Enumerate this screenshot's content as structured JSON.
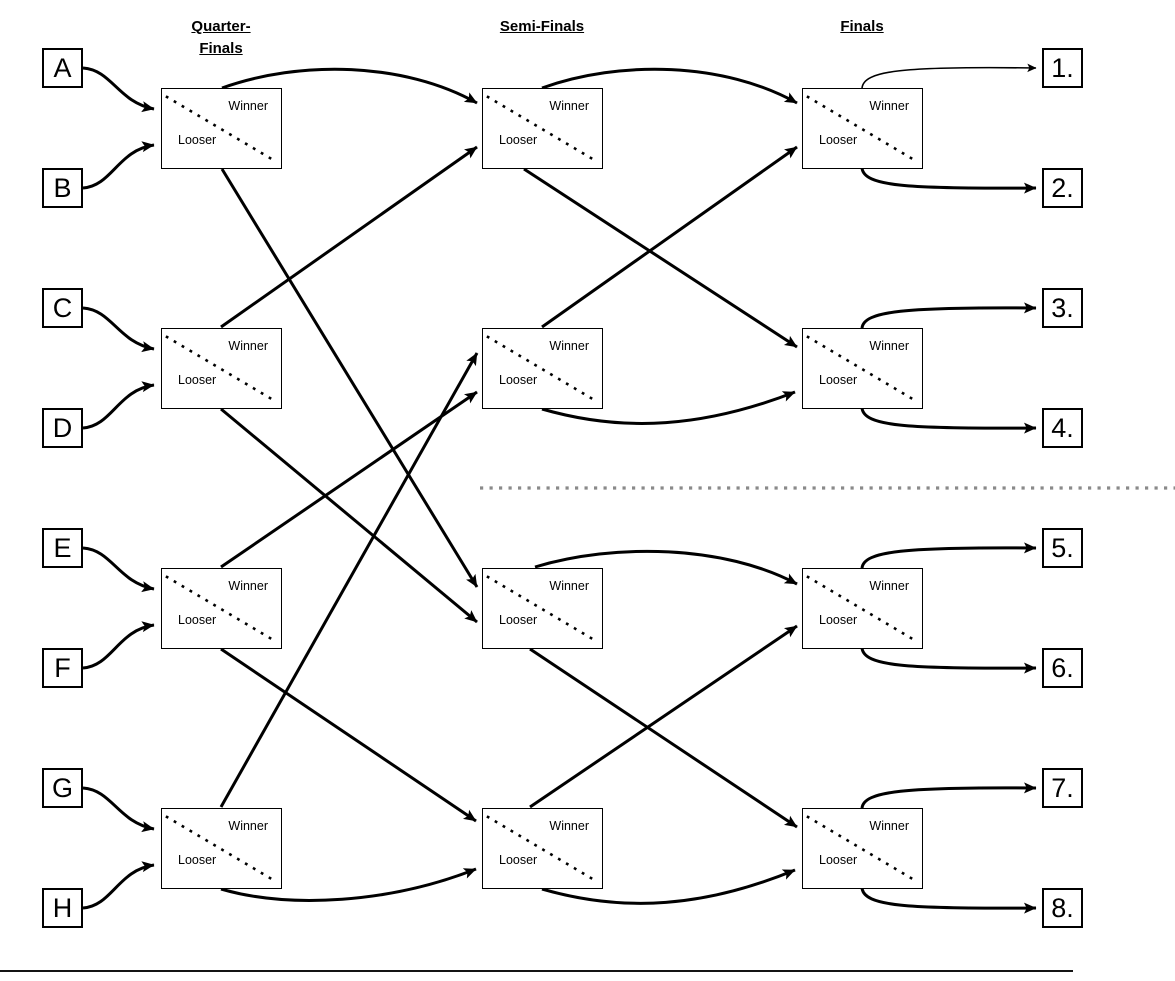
{
  "headers": {
    "quarter_finals": "Quarter-Finals",
    "semi_finals": "Semi-Finals",
    "finals": "Finals"
  },
  "entrants": [
    "A",
    "B",
    "C",
    "D",
    "E",
    "F",
    "G",
    "H"
  ],
  "placements": [
    "1.",
    "2.",
    "3.",
    "4.",
    "5.",
    "6.",
    "7.",
    "8."
  ],
  "match_box": {
    "winner_label": "Winner",
    "looser_label": "Looser"
  },
  "colors": {
    "line": "#000000",
    "divider_dots": "#8a8a8a",
    "box_border": "#000000",
    "background": "#ffffff",
    "text": "#000000"
  },
  "connections": [
    {
      "from": "A",
      "to": "QF1"
    },
    {
      "from": "B",
      "to": "QF1"
    },
    {
      "from": "C",
      "to": "QF2"
    },
    {
      "from": "D",
      "to": "QF2"
    },
    {
      "from": "E",
      "to": "QF3"
    },
    {
      "from": "F",
      "to": "QF3"
    },
    {
      "from": "G",
      "to": "QF4"
    },
    {
      "from": "H",
      "to": "QF4"
    },
    {
      "from": "QF1 winner",
      "to": "SF1 winner-input"
    },
    {
      "from": "QF2 winner",
      "to": "SF1 looser-input"
    },
    {
      "from": "QF4 winner",
      "to": "SF2 winner-input"
    },
    {
      "from": "QF3 winner",
      "to": "SF2 looser-input"
    },
    {
      "from": "QF1 looser",
      "to": "SF3 winner-input"
    },
    {
      "from": "QF2 looser",
      "to": "SF3 looser-input"
    },
    {
      "from": "QF3 looser",
      "to": "SF4 winner-input"
    },
    {
      "from": "QF4 looser",
      "to": "SF4 looser-input"
    },
    {
      "from": "SF1 winner",
      "to": "F1 winner-input"
    },
    {
      "from": "SF2 winner",
      "to": "F1 looser-input"
    },
    {
      "from": "SF1 looser",
      "to": "F2 winner-input"
    },
    {
      "from": "SF2 looser",
      "to": "F2 looser-input"
    },
    {
      "from": "SF3 winner",
      "to": "F3 winner-input"
    },
    {
      "from": "SF4 winner",
      "to": "F3 looser-input"
    },
    {
      "from": "SF3 looser",
      "to": "F4 winner-input"
    },
    {
      "from": "SF4 looser",
      "to": "F4 looser-input"
    },
    {
      "from": "F1 winner",
      "to": "1."
    },
    {
      "from": "F1 looser",
      "to": "2."
    },
    {
      "from": "F2 winner",
      "to": "3."
    },
    {
      "from": "F2 looser",
      "to": "4."
    },
    {
      "from": "F3 winner",
      "to": "5."
    },
    {
      "from": "F3 looser",
      "to": "6."
    },
    {
      "from": "F4 winner",
      "to": "7."
    },
    {
      "from": "F4 looser",
      "to": "8."
    }
  ]
}
